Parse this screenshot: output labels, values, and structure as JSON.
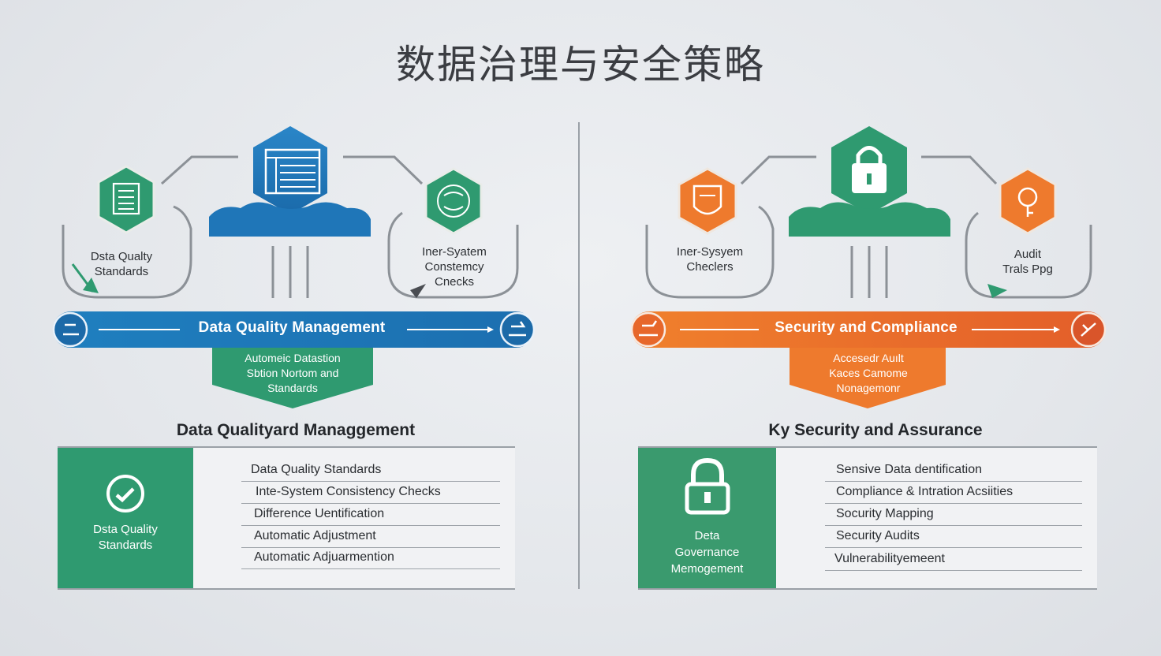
{
  "title": "数据治理与安全策略",
  "colors": {
    "green": "#2f9a70",
    "blue": "#1f7fbf",
    "orange": "#ef7a2a",
    "gray_line": "#8c9197"
  },
  "left": {
    "nodes": {
      "left_label": "Dsta Qualty\nStandards",
      "right_label": "Iner-Syatem\nConstemcy\nCnecks"
    },
    "banner": "Data Quality Management",
    "chevron_text": "Automeic Datastion\nSbtion Nortom and\nStandards",
    "heading": "Data Qualityard Managgement",
    "panel": {
      "side_label": "Dsta Quality\nStandards",
      "items": [
        {
          "text": "Data Quality Standards",
          "icon": "document-stack-icon"
        },
        {
          "text": "Inte-System Consistency Checks",
          "icon": "lock-shield-icon"
        },
        {
          "text": "Difference Uentification",
          "icon": "scanner-icon"
        },
        {
          "text": "Automatic Adjustment",
          "icon": "gear-box-icon"
        },
        {
          "text": "Automatic Adjuarmention",
          "icon": "settings-icon"
        }
      ]
    }
  },
  "right": {
    "nodes": {
      "left_label": "Iner-Sysyem\nCheclers",
      "right_label": "Audit\nTrals Ppg"
    },
    "banner": "Security and Compliance",
    "chevron_text": "Accesedr Auılt\nKaces Camome\nNonagemonr",
    "heading": "Ky Security and Assurance",
    "panel": {
      "side_label": "Deta\nGovernance\nMemogement",
      "items": [
        {
          "text": "Sensive Data dentification",
          "icon": "flag-chart-icon"
        },
        {
          "text": "Compliance & Intration Acsiities",
          "icon": "check-icon"
        },
        {
          "text": "Socurity Mapping",
          "icon": "check-icon"
        },
        {
          "text": "Security Audits",
          "icon": "document-chart-icon"
        },
        {
          "text": "Vulnerabilityemeent",
          "icon": "document-icon"
        }
      ]
    }
  }
}
